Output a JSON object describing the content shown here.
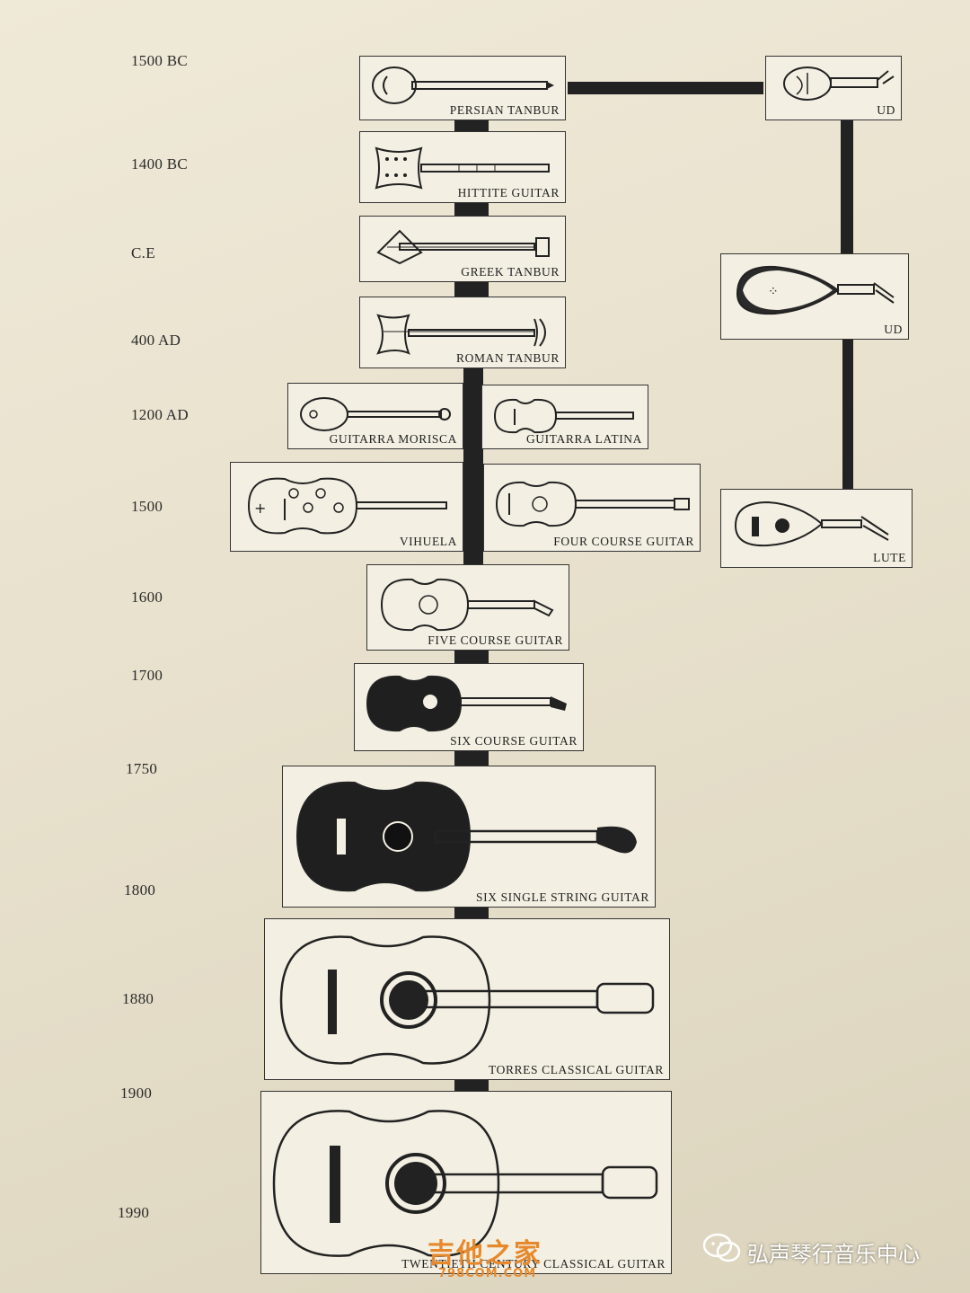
{
  "years": [
    "1500 BC",
    "1400 BC",
    "C.E",
    "400 AD",
    "1200 AD",
    "1500",
    "1600",
    "1700",
    "1750",
    "1800",
    "1880",
    "1900",
    "1990"
  ],
  "instruments": {
    "persian_tanbur": "PERSIAN TANBUR",
    "hittite_guitar": "HITTITE GUITAR",
    "greek_tanbur": "GREEK TANBUR",
    "roman_tanbur": "ROMAN TANBUR",
    "guitarra_morisca": "GUITARRA MORISCA",
    "guitarra_latina": "GUITARRA LATINA",
    "vihuela": "VIHUELA",
    "four_course_guitar": "FOUR COURSE GUITAR",
    "five_course_guitar": "FIVE COURSE GUITAR",
    "six_course_guitar": "SIX COURSE GUITAR",
    "six_single_string_guitar": "SIX SINGLE STRING GUITAR",
    "torres_classical_guitar": "TORRES CLASSICAL GUITAR",
    "twentieth_century_classical_guitar": "TWENTIETH CENTURY CLASSICAL GUITAR",
    "ud_1": "UD",
    "ud_2": "UD",
    "lute": "LUTE"
  },
  "watermark": {
    "site_name": "吉他之家",
    "site_url": "798COM.COM",
    "account": "弘声琴行音乐中心"
  }
}
